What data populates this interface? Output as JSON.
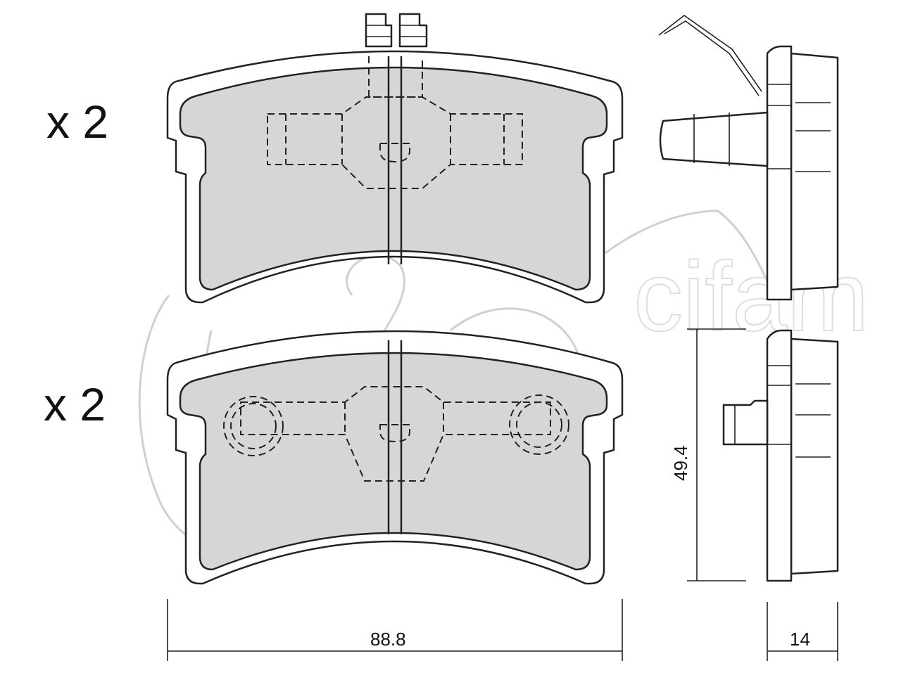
{
  "diagram": {
    "quantity_top": "x 2",
    "quantity_bottom": "x 2",
    "dimension_width": "88.8",
    "dimension_height": "49.4",
    "dimension_thickness": "14",
    "watermark_text": "cifam"
  },
  "colors": {
    "friction_fill": "#d6d6d6",
    "line": "#222222",
    "watermark": "#d0d0d0"
  }
}
